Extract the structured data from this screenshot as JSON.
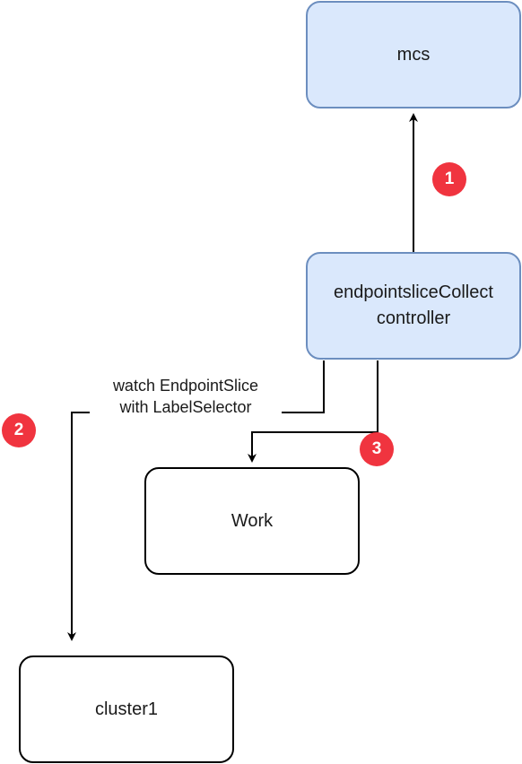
{
  "nodes": {
    "mcs": "mcs",
    "collector": "endpointsliceCollect controller",
    "work": "Work",
    "cluster1": "cluster1"
  },
  "edges": {
    "watch_label_line1": "watch EndpointSlice",
    "watch_label_line2": "with LabelSelector"
  },
  "badges": {
    "one": "1",
    "two": "2",
    "three": "3"
  },
  "colors": {
    "node_blue_fill": "#dae8fc",
    "node_blue_stroke": "#6c8ebf",
    "badge_red": "#f0343f",
    "line": "#000000"
  }
}
